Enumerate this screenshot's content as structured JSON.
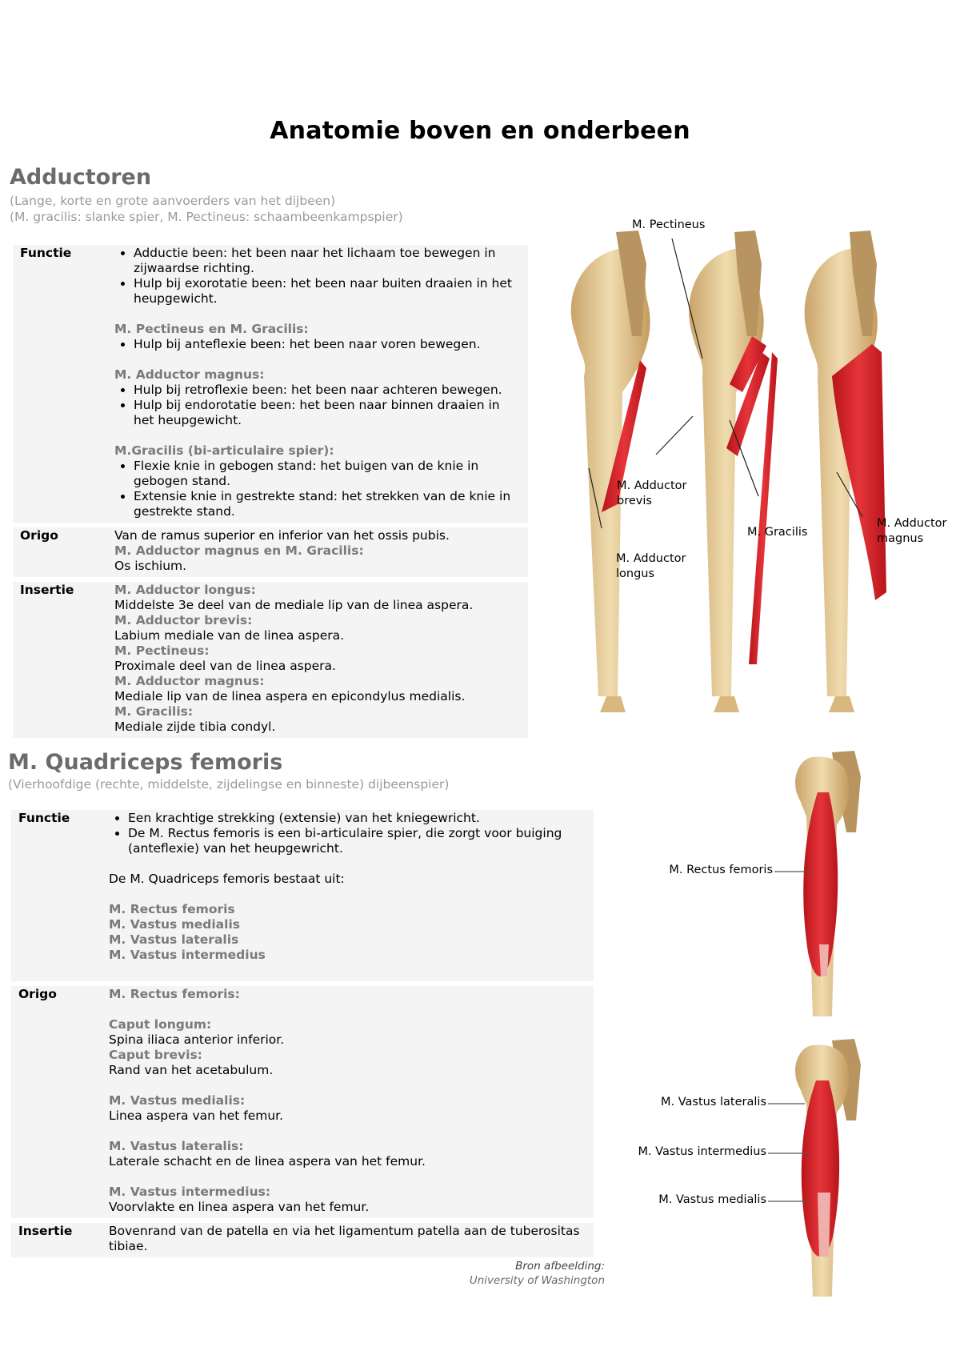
{
  "page_title": "Anatomie boven en onderbeen",
  "adductoren": {
    "title": "Adductoren",
    "subtitle_1": "(Lange, korte en grote aanvoerders van het dijbeen)",
    "subtitle_2": "(M. gracilis: slanke spier, M. Pectineus: schaambeenkampspier)",
    "functie_label": "Functie",
    "functie_b1": "Adductie been: het been naar het lichaam toe bewegen in zijwaardse richting.",
    "functie_b2": "Hulp bij exorotatie been: het been naar buiten draaien in het heupgewicht.",
    "pect_grac_head": "M. Pectineus en M. Gracilis:",
    "pect_grac_b1": "Hulp bij anteflexie been: het been naar voren bewegen.",
    "magnus_head": "M. Adductor magnus:",
    "magnus_b1": "Hulp bij retroflexie been: het been naar achteren bewegen.",
    "magnus_b2": "Hulp bij endorotatie been: het been naar binnen draaien in het heupgewicht.",
    "gracilis_head": "M.Gracilis (bi-articulaire spier):",
    "gracilis_b1": "Flexie knie in gebogen stand: het buigen van de knie in gebogen stand.",
    "gracilis_b2": "Extensie knie in gestrekte stand: het strekken van de knie in gestrekte stand.",
    "origo_label": "Origo",
    "origo_1": "Van de ramus superior en inferior van het ossis pubis.",
    "origo_head": "M. Adductor magnus en M. Gracilis:",
    "origo_2": "Os ischium.",
    "insertie_label": "Insertie",
    "ins_h1": "M. Adductor longus:",
    "ins_t1": "Middelste 3e deel van de mediale lip van de linea aspera.",
    "ins_h2": "M. Adductor brevis:",
    "ins_t2": "Labium mediale van de linea aspera.",
    "ins_h3": "M. Pectineus:",
    "ins_t3": "Proximale deel van de linea aspera.",
    "ins_h4": "M. Adductor magnus:",
    "ins_t4": "Mediale lip van de linea aspera en epicondylus medialis.",
    "ins_h5": "M. Gracilis:",
    "ins_t5": "Mediale zijde tibia condyl.",
    "fig_labels": {
      "pectineus": "M. Pectineus",
      "brevis_1": "M. Adductor",
      "brevis_2": "brevis",
      "longus_1": "M. Adductor",
      "longus_2": "longus",
      "gracilis": "M. Gracilis",
      "magnus_1": "M. Adductor",
      "magnus_2": "magnus"
    }
  },
  "quadriceps": {
    "title": "M. Quadriceps femoris",
    "subtitle": "(Vierhoofdige (rechte, middelste, zijdelingse en binneste) dijbeenspier)",
    "functie_label": "Functie",
    "functie_b1": "Een krachtige strekking (extensie) van het kniegewricht.",
    "functie_b2": "De M. Rectus femoris is een bi-articulaire spier, die zorgt voor buiging (anteflexie) van het heupgewricht.",
    "bestaat_uit": "De M. Quadriceps femoris bestaat uit:",
    "parts": [
      "M. Rectus femoris",
      "M. Vastus medialis",
      "M. Vastus lateralis",
      "M. Vastus intermedius"
    ],
    "origo_label": "Origo",
    "or_rectus": "M. Rectus femoris:",
    "or_caput_longum": "Caput longum:",
    "or_caput_longum_t": "Spina iliaca anterior inferior.",
    "or_caput_brevis": "Caput brevis:",
    "or_caput_brevis_t": "Rand van het acetabulum.",
    "or_vm": "M. Vastus medialis:",
    "or_vm_t": "Linea aspera van het femur.",
    "or_vl": "M. Vastus lateralis:",
    "or_vl_t": "Laterale schacht en de linea aspera van het femur.",
    "or_vi": "M. Vastus intermedius:",
    "or_vi_t": "Voorvlakte en linea aspera van het femur.",
    "insertie_label": "Insertie",
    "insertie_t": "Bovenrand van de patella en via het ligamentum patella aan de tuberositas tibiae.",
    "fig_labels": {
      "rectus": "M. Rectus femoris",
      "vlat": "M. Vastus lateralis",
      "vint": "M. Vastus intermedius",
      "vmed": "M. Vastus medialis"
    }
  },
  "credit": {
    "line1": "Bron afbeelding:",
    "line2": "University of Washington"
  },
  "colors": {
    "heading_gray": "#6b6b6b",
    "sub_gray": "#7a7a7a",
    "muscle_red": "#d9262b",
    "bone": "#e8cf9a"
  }
}
